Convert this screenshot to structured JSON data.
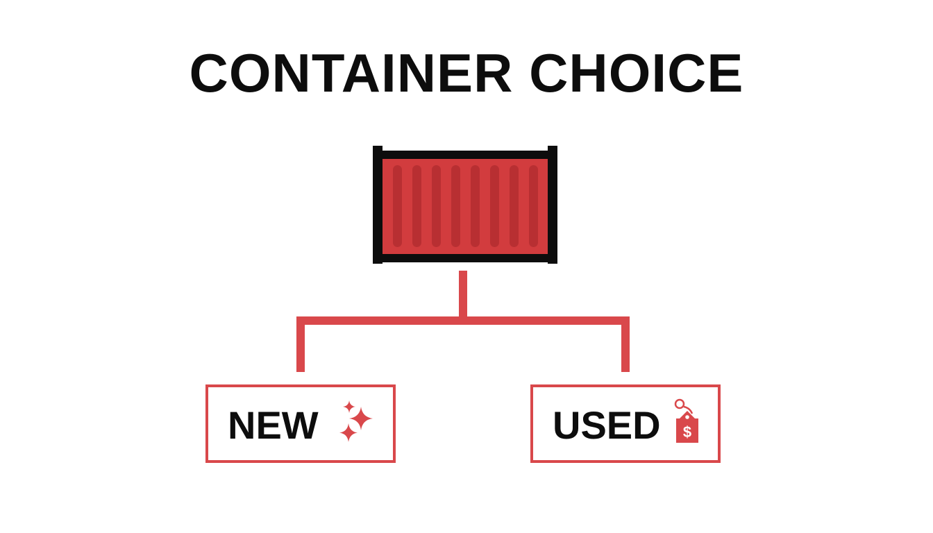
{
  "title": "CONTAINER CHOICE",
  "colors": {
    "accent": "#d9484b",
    "container_fill": "#d23c3e",
    "container_rib": "#b82f32",
    "frame": "#0d0d0d",
    "text": "#0d0d0d",
    "background": "#ffffff"
  },
  "options": [
    {
      "label": "NEW",
      "icon": "sparkle-icon"
    },
    {
      "label": "USED",
      "icon": "price-tag-icon",
      "tag_symbol": "$"
    }
  ]
}
